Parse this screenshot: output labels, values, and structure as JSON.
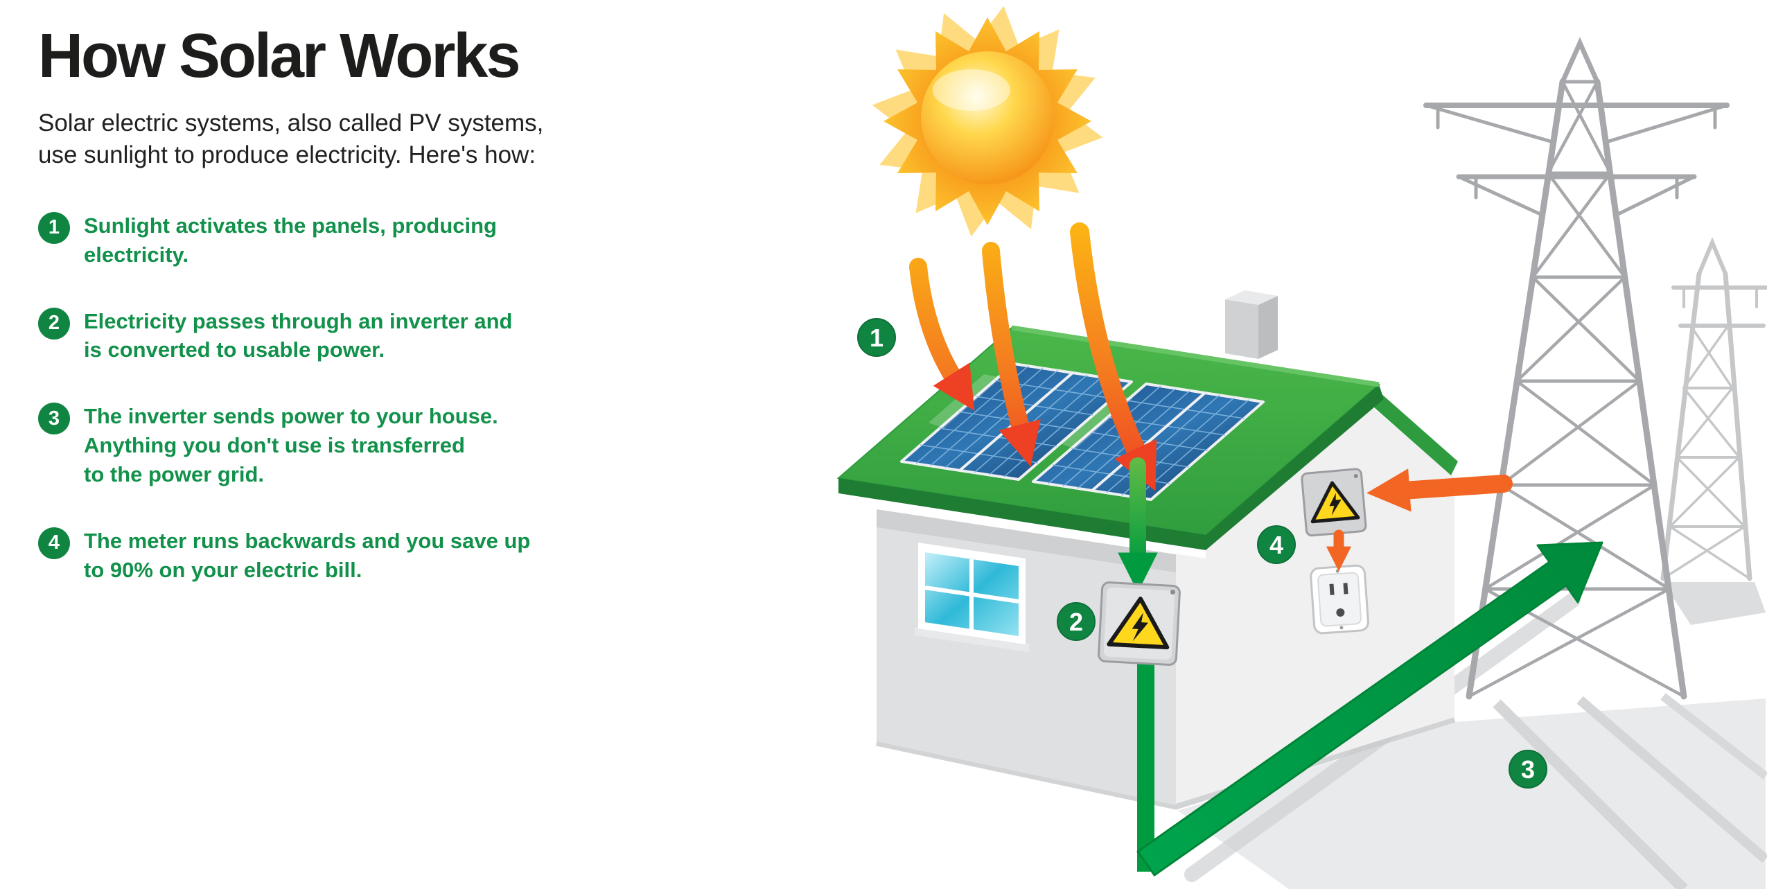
{
  "title": "How Solar Works",
  "intro": "Solar electric systems, also called PV systems,\nuse sunlight to produce electricity.  Here's how:",
  "steps": [
    {
      "num": "1",
      "text": "Sunlight activates the panels, producing\nelectricity."
    },
    {
      "num": "2",
      "text": "Electricity passes through an inverter and\nis converted to usable power."
    },
    {
      "num": "3",
      "text": "The inverter sends power to your house.\nAnything you don't use is transferred\nto the power grid."
    },
    {
      "num": "4",
      "text": "The meter runs backwards and you save up\nto 90% on your electric bill."
    }
  ],
  "diagram": {
    "markers": [
      "1",
      "2",
      "3",
      "4"
    ],
    "elements": [
      "sun",
      "sunlight-arrows",
      "solar-panel-roof",
      "inverter",
      "house",
      "meter-outlet",
      "power-grid-towers",
      "grid-feed-arrows"
    ]
  },
  "colors": {
    "step_text_green": "#12914b",
    "badge_green": "#108542",
    "roof_green": "#3aa845",
    "arrow_orange": "#f15b25",
    "panel_blue": "#2f77b4",
    "tower_gray": "#a6a8ab",
    "title_black": "#1d1d1b"
  }
}
